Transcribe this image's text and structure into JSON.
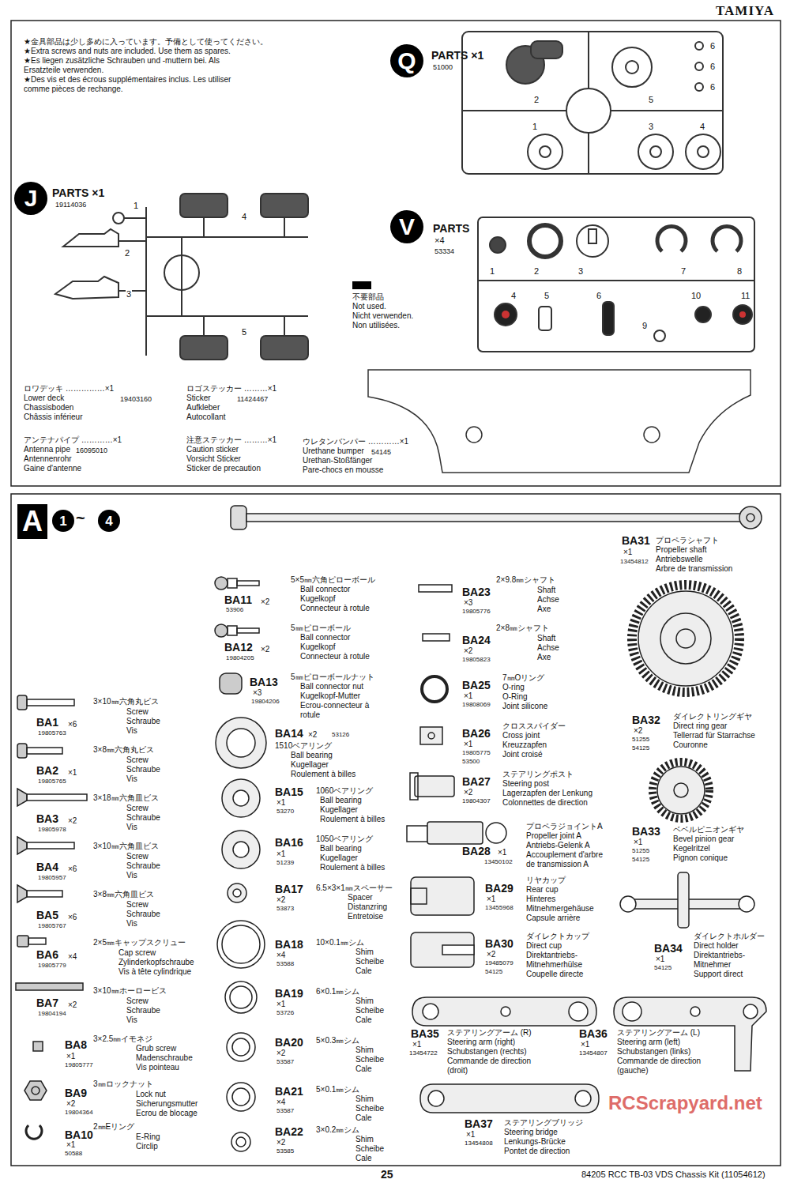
{
  "diagram": {
    "nodes": [
      {
        "text": [
          "Q"
        ]
      },
      {
        "text": [
          "J"
        ]
      },
      {
        "text": [
          "V"
        ]
      },
      {
        "text": [
          "A"
        ]
      },
      {
        "text": [
          "1"
        ]
      },
      {
        "text": [
          "4"
        ]
      }
    ],
    "labels": [
      "TAMIYA",
      "★金具部品は少し多めに入っています。予備として使ってください。",
      "★Extra screws and nuts are included. Use them as spares.",
      "★Es liegen zusätzliche Schrauben und -muttern bei. Als",
      "Ersatzteile verwenden.",
      "★Des vis et des écrous supplémentaires inclus. Les utiliser",
      "comme pièces de rechange.",
      "PARTS ×1",
      "19114036",
      "1",
      "2",
      "3",
      "4",
      "5",
      "PARTS ×1",
      "51000",
      "2",
      "5",
      "6",
      "6",
      "6",
      "1",
      "3",
      "4",
      "PARTS",
      "×4",
      "53334",
      "1",
      "2",
      "3",
      "7",
      "8",
      "4",
      "5",
      "6",
      "10",
      "11",
      "9",
      "不要部品",
      "Not used.",
      "Nicht verwenden.",
      "Non utilisées.",
      "ロワデッキ ……………×1",
      "Lower deck",
      "19403160",
      "Chassisboden",
      "Châssis inférieur",
      "ロゴステッカー ………×1",
      "Sticker",
      "11424467",
      "Aufkleber",
      "Autocollant",
      "アンテナパイプ …………×1",
      "Antenna pipe",
      "16095010",
      "Antennenrohr",
      "Gaine d'antenne",
      "注意ステッカー ………×1",
      "Caution sticker",
      "Vorsicht Sticker",
      "Sticker de precaution",
      "ウレタンバンパー …………×1",
      "Urethane bumper",
      "54145",
      "Urethan-Stoßfänger",
      "Pare-chocs en mousse",
      "~",
      "BA31",
      "×1",
      "13454812",
      "プロペラシャフト",
      "Propeller shaft",
      "Antriebswelle",
      "Arbre de transmission",
      "BA1",
      "×6",
      "19805763",
      "3×10㎜六角丸ビス",
      "Screw",
      "Schraube",
      "Vis",
      "BA2",
      "×1",
      "19805765",
      "3×8㎜六角丸ビス",
      "Screw",
      "Schraube",
      "Vis",
      "BA3",
      "×2",
      "19805978",
      "3×18㎜六角皿ビス",
      "Screw",
      "Schraube",
      "Vis",
      "BA4",
      "×6",
      "19805957",
      "3×10㎜六角皿ビス",
      "Screw",
      "Schraube",
      "Vis",
      "BA5",
      "×6",
      "19805767",
      "3×8㎜六角皿ビス",
      "Screw",
      "Schraube",
      "Vis",
      "BA6",
      "×4",
      "19805779",
      "2×5㎜キャップスクリュー",
      "Cap screw",
      "Zylinderkopfschraube",
      "Vis à tête cylindrique",
      "BA7",
      "×2",
      "19804194",
      "3×10㎜ホーロービス",
      "Screw",
      "Schraube",
      "Vis",
      "BA8",
      "×1",
      "19805777",
      "3×2.5㎜イモネジ",
      "Grub screw",
      "Madenschraube",
      "Vis pointeau",
      "BA9",
      "×2",
      "19804364",
      "3㎜ロックナット",
      "Lock nut",
      "Sicherungsmutter",
      "Ecrou de blocage",
      "BA10",
      "×1",
      "50588",
      "2㎜Eリング",
      "E-Ring",
      "Circlip",
      "BA11",
      "×2",
      "53906",
      "5×5㎜六角ピローボール",
      "Ball connector",
      "Kugelkopf",
      "Connecteur à rotule",
      "BA12",
      "×2",
      "19804205",
      "5㎜ピローボール",
      "Ball connector",
      "Kugelkopf",
      "Connecteur à rotule",
      "BA13",
      "×3",
      "19804206",
      "5㎜ピローボールナット",
      "Ball connector nut",
      "Kugelkopf-Mutter",
      "Ecrou-connecteur à",
      "rotule",
      "BA14",
      "×2",
      "53126",
      "1510ベアリング",
      "Ball bearing",
      "Kugellager",
      "Roulement à billes",
      "BA15",
      "×1",
      "53270",
      "1060ベアリング",
      "Ball bearing",
      "Kugellager",
      "Roulement à billes",
      "BA16",
      "×1",
      "51239",
      "1050ベアリング",
      "Ball bearing",
      "Kugellager",
      "Roulement à billes",
      "BA17",
      "×2",
      "53873",
      "6.5×3×1㎜スペーサー",
      "Spacer",
      "Distanzring",
      "Entretoise",
      "BA18",
      "×4",
      "53588",
      "10×0.1㎜シム",
      "Shim",
      "Scheibe",
      "Cale",
      "BA19",
      "×1",
      "53726",
      "6×0.1㎜シム",
      "Shim",
      "Scheibe",
      "Cale",
      "BA20",
      "×2",
      "53587",
      "5×0.3㎜シム",
      "Shim",
      "Scheibe",
      "Cale",
      "BA21",
      "×4",
      "53587",
      "5×0.1㎜シム",
      "Shim",
      "Scheibe",
      "Cale",
      "BA22",
      "×2",
      "53585",
      "3×0.2㎜シム",
      "Shim",
      "Scheibe",
      "Cale",
      "BA23",
      "×3",
      "19805776",
      "2×9.8㎜シャフト",
      "Shaft",
      "Achse",
      "Axe",
      "BA24",
      "×2",
      "19805823",
      "2×8㎜シャフト",
      "Shaft",
      "Achse",
      "Axe",
      "BA25",
      "×1",
      "19808069",
      "7㎜Oリング",
      "O-ring",
      "O-Ring",
      "Joint silicone",
      "BA26",
      "×1",
      "19805775",
      "53500",
      "クロススパイダー",
      "Cross joint",
      "Kreuzzapfen",
      "Joint croisé",
      "BA27",
      "×2",
      "19804307",
      "ステアリングポスト",
      "Steering post",
      "Lagerzapfen der Lenkung",
      "Colonnettes de direction",
      "BA28",
      "×1",
      "13450102",
      "プロペラジョイントA",
      "Propeller joint A",
      "Antriebs-Gelenk A",
      "Accouplement d'arbre",
      "de transmission A",
      "BA29",
      "×1",
      "13455968",
      "リヤカップ",
      "Rear cup",
      "Hinteres",
      "Mitnehmergehäuse",
      "Capsule arrière",
      "BA30",
      "×2",
      "19485079",
      "54125",
      "ダイレクトカップ",
      "Direct cup",
      "Direktantriebs-",
      "Mitnehmerhülse",
      "Coupelle directe",
      "BA32",
      "×2",
      "51255",
      "54125",
      "ダイレクトリングギヤ",
      "Direct ring gear",
      "Tellerrad für Starrachse",
      "Couronne",
      "BA33",
      "×1",
      "51255",
      "54125",
      "ベベルピニオンギヤ",
      "Bevel pinion gear",
      "Kegelritzel",
      "Pignon conique",
      "BA34",
      "×1",
      "54125",
      "ダイレクトホルダー",
      "Direct holder",
      "Direktantriebs-",
      "Mitnehmer",
      "Support direct",
      "BA35",
      "×1",
      "13454722",
      "ステアリングアーム (R)",
      "Steering arm (right)",
      "Schubstangen (rechts)",
      "Commande de direction",
      "(droit)",
      "BA36",
      "×1",
      "13454807",
      "ステアリングアーム (L)",
      "Steering arm (left)",
      "Schubstangen (links)",
      "Commande de direction",
      "(gauche)",
      "BA37",
      "×1",
      "13454808",
      "ステアリングブリッジ",
      "Steering bridge",
      "Lenkungs-Brücke",
      "Pontet de direction",
      "RCScrapyard.net",
      "25",
      "84205 RCC TB-03 VDS Chassis Kit (11054612)"
    ]
  }
}
